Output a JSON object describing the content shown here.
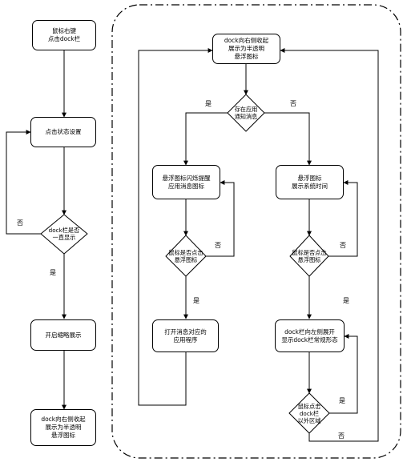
{
  "left_flow": {
    "start": "鼠标右键\n点击dock栏",
    "status_settings": "点击状态设置",
    "decision_always_show": "dock栏是否\n一直显示",
    "enable_thumbnail": "开启缩略展示",
    "end_collapse": "dock向右侧收起\n展示为半透明\n悬浮图标"
  },
  "right_flow": {
    "collapse_translucent": "dock向右侧收起\n展示为半透明\n悬浮图标",
    "decision_has_notification": "存在应用\n通知消息",
    "flash_app_icon": "悬浮图标闪烁提醒\n应用消息图标",
    "decision_click_left": "鼠标是否点击\n悬浮图标",
    "open_app": "打开消息对应的\n应用程序",
    "show_system_time": "悬浮图标\n展示系统时间",
    "decision_click_right": "鼠标是否点击\n悬浮图标",
    "expand_left": "dock栏向左侧展开\n显示dock栏常规形态",
    "decision_click_outside": "鼠标点击\ndock栏\n以外区域"
  },
  "edge_labels": {
    "no": "否",
    "yes": "是"
  }
}
